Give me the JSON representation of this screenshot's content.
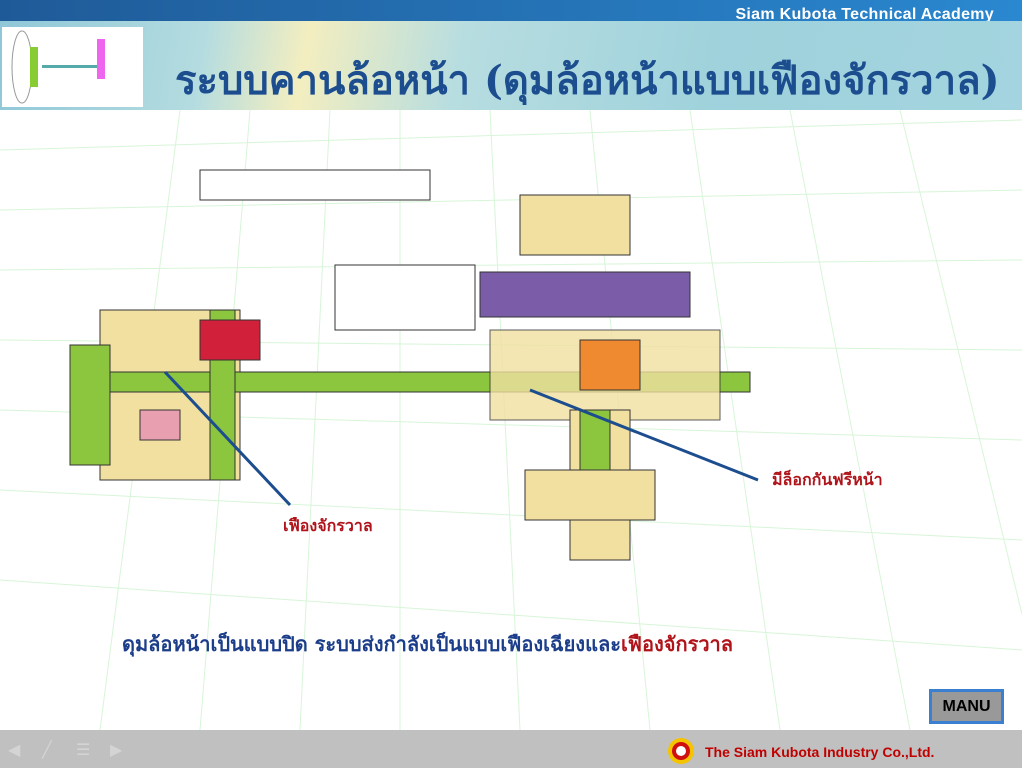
{
  "header": {
    "academy": "Siam Kubota Technical Academy",
    "title": "ระบบคานล้อหน้า (ดุมล้อหน้าแบบเฟืองจักรวาล)"
  },
  "diagram": {
    "label_planetary": "เฟืองจักรวาล",
    "label_lock": "มีล็อกกันฟรีหน้า"
  },
  "caption": {
    "part1": "ดุมล้อหน้าเป็นแบบปิด ระบบส่งกำลังเป็นแบบเฟืองเฉียงและ",
    "part2": "เฟืองจักรวาล"
  },
  "menu_button": "MANU",
  "footer": {
    "company": "The Siam Kubota Industry Co.,Ltd."
  },
  "colors": {
    "title": "#1c4d8e",
    "label": "#b0141b",
    "accent": "#3a7fd0"
  }
}
